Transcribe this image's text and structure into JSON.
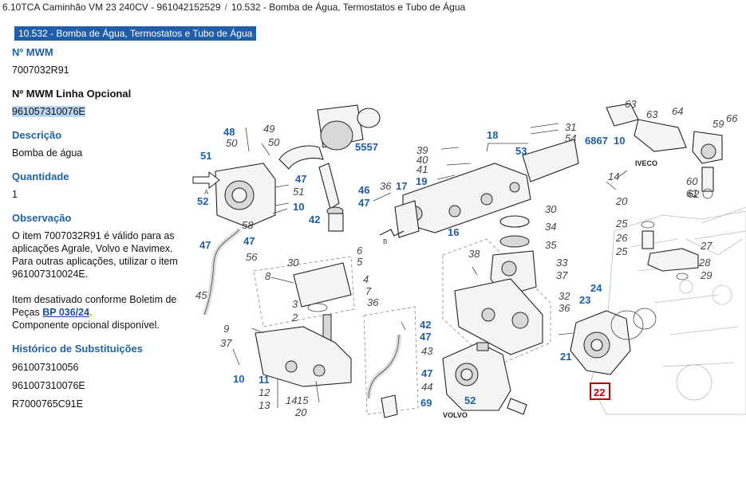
{
  "breadcrumb": {
    "model": "6.10TCA Caminhão VM 23 240CV - 961042152529",
    "separator": "/",
    "group": "10.532 - Bomba de Água, Termostatos e Tubo de Água"
  },
  "panel": {
    "title": "10.532 - Bomba de Água, Termostatos e Tubo de Água"
  },
  "details": {
    "mwm_label": "Nº MWM",
    "mwm_value": "7007032R91",
    "optional_label": "Nº MWM Linha Opcional",
    "optional_value": "961057310076E",
    "desc_label": "Descrição",
    "desc_value": "Bomba de água",
    "qty_label": "Quantidade",
    "qty_value": "1",
    "obs_label": "Observação",
    "obs_line1": "O item 7007032R91 é válido para as",
    "obs_line2": "aplicações Agrale, Volvo e Navimex.",
    "obs_line3": "Para outras aplicações, utilizar o item",
    "obs_line4": "961007310024E.",
    "obs_line5": "Item desativado conforme Boletim de",
    "obs_line6_prefix": "Peças ",
    "obs_link": "BP 036/24",
    "obs_line6_suffix": ".",
    "obs_line7": "Componente opcional disponível.",
    "history_label": "Histórico de Substituições",
    "history": [
      "961007310056",
      "961007310076E",
      "R7000765C91E"
    ]
  },
  "diagram": {
    "callouts_blue": [
      "48",
      "51",
      "52",
      "47",
      "10",
      "42",
      "46",
      "47",
      "5557",
      "18",
      "53",
      "6867",
      "10",
      "39",
      "40",
      "41",
      "19",
      "36",
      "17",
      "16",
      "30",
      "34",
      "35",
      "47",
      "47",
      "38",
      "33",
      "37",
      "32",
      "36",
      "42",
      "47",
      "47",
      "69",
      "52",
      "11",
      "10",
      "21",
      "24",
      "23",
      "22"
    ],
    "callouts_grey": [
      "49",
      "50",
      "50",
      "51",
      "58",
      "56",
      "45",
      "9",
      "37",
      "8",
      "30",
      "6",
      "5",
      "4",
      "7",
      "36",
      "3",
      "2",
      "12",
      "13",
      "14",
      "15",
      "20",
      "43",
      "44",
      "31",
      "54",
      "63",
      "64",
      "63",
      "59",
      "66",
      "14",
      "20",
      "60",
      "61",
      "62",
      "25",
      "26",
      "25",
      "27",
      "28",
      "29"
    ],
    "brand_labels": [
      "IVECO",
      "VOLVO"
    ],
    "arrow_labels": [
      "A",
      "B"
    ],
    "highlighted": "22"
  }
}
